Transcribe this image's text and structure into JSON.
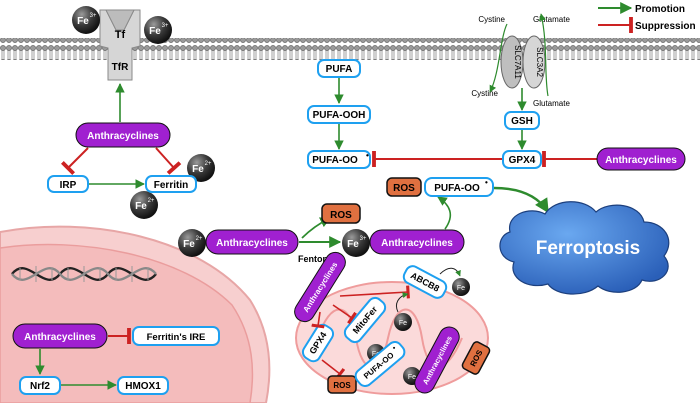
{
  "legend": {
    "promotion": "Promotion",
    "suppression": "Suppression"
  },
  "colors": {
    "promotion": "#2e8b2e",
    "suppression": "#cc2222",
    "anthracycline": "#a020d0",
    "node_border": "#1ea0f0",
    "ros_fill": "#e07040",
    "ferroptosis_cloud": "#3a78d0",
    "nucleus": "#f3b3b3"
  },
  "ions": {
    "fe3": "Fe",
    "fe3_sup": "3+",
    "fe2": "Fe",
    "fe2_sup": "2+"
  },
  "receptor": {
    "tf": "Tf",
    "tfr": "TfR"
  },
  "transporter": {
    "slc7a11": "SLC7A11",
    "slc3a2": "SLC3A2",
    "cystine_out": "Cystine",
    "glutamate_out": "Glutamate",
    "cystine_in": "Cystine",
    "glutamate_in": "Glutamate"
  },
  "nodes": {
    "pufa": "PUFA",
    "pufa_ooh": "PUFA-OOH",
    "pufa_oo_left": "PUFA-OO",
    "gsh": "GSH",
    "gpx4": "GPX4",
    "irp": "IRP",
    "ferritin": "Ferritin",
    "ros_top": "ROS",
    "pufa_oo_top": "PUFA-OO",
    "ros_mid": "ROS",
    "fenton": "Fenton",
    "ferroptosis": "Ferroptosis",
    "ferritin_ire": "Ferritin's IRE",
    "nrf2": "Nrf2",
    "hmox1": "HMOX1",
    "mitoferr": "MitoFer",
    "abcb8": "ABCB8",
    "gpx4_mito": "GPX4",
    "ros_mito": "ROS",
    "pufa_oo_mito": "PUFA-OO",
    "ros_mito_right": "ROS",
    "radical_sup": "•"
  },
  "anthracyclines": {
    "top": "Anthracyclines",
    "right": "Anthracyclines",
    "middle": "Anthracyclines",
    "middle_right": "Anthracyclines",
    "nucleus": "Anthracyclines",
    "mito_left": "Anthracyclines",
    "mito_right": "Anthracyclines"
  }
}
